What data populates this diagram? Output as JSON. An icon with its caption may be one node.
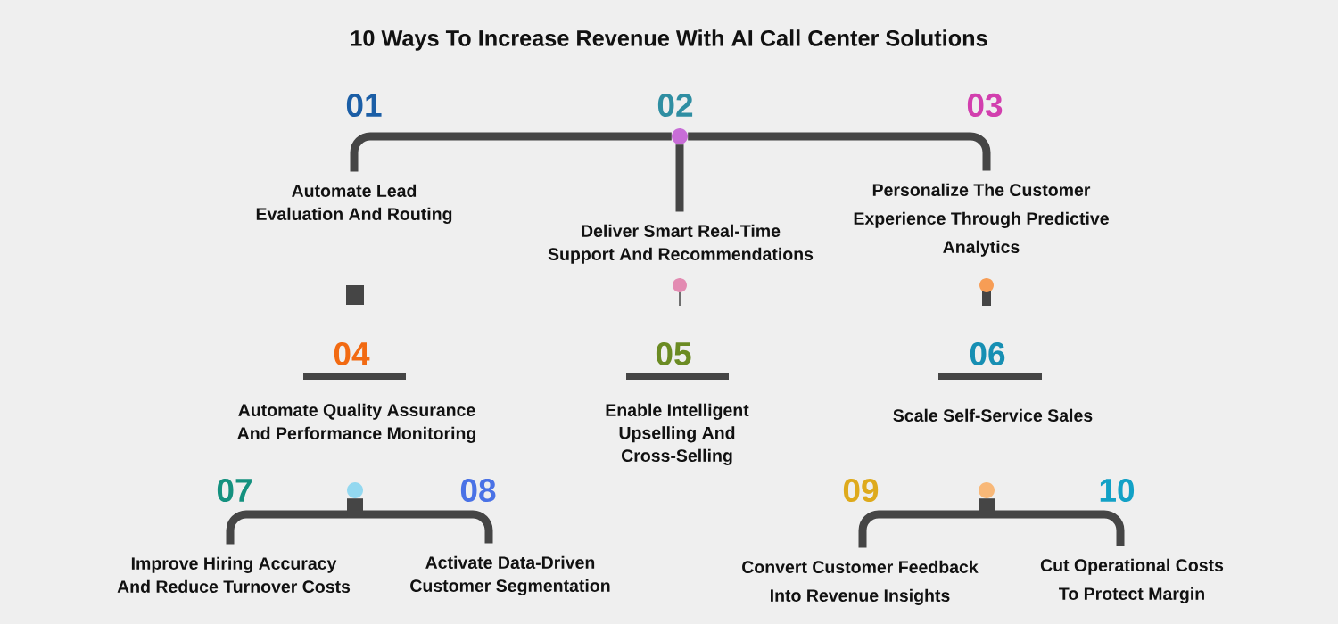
{
  "diagram": {
    "title": "10 Ways To Increase Revenue With AI Call Center Solutions",
    "nodes": [
      {
        "text": [],
        "shape": "circle"
      },
      {
        "text": [
          "Automate Lead Evaluation And Routing"
        ],
        "beside": [
          "01"
        ]
      },
      {
        "text": [
          "Deliver Smart Real-Time Support And Recommendations"
        ]
      },
      {
        "text": [
          "Personalize The Customer Experience Through Predictive Analytics"
        ],
        "beside": [
          "03"
        ]
      },
      {
        "text": [
          "Automate Quality Assurance And Performance Monitoring"
        ],
        "beside": [
          "04"
        ]
      },
      {
        "text": [
          "Enable Intelligent Upselling And Cross-Selling"
        ],
        "beside": [
          "05"
        ]
      },
      {
        "text": [
          "Scale Self-Service Sales"
        ],
        "beside": [
          "06"
        ]
      },
      {
        "text": [],
        "shape": "circle"
      },
      {
        "text": [],
        "shape": "circle"
      },
      {
        "text": [
          "Improve Hiring Accuracy And Reduce Turnover Costs"
        ],
        "beside": [
          "07"
        ]
      },
      {
        "text": [
          "Activate Data-Driven Customer Segmentation"
        ],
        "beside": [
          "08"
        ]
      },
      {
        "text": [
          "Convert Customer Feedback Into Revenue Insights"
        ],
        "beside": [
          "09"
        ]
      },
      {
        "text": [
          "Cut Operational Costs To Protect Margin"
        ],
        "beside": [
          "10"
        ]
      }
    ],
    "edges": [
      {
        "from": 0,
        "to": 1,
        "arrow": "none"
      },
      {
        "from": 0,
        "to": 2,
        "arrow": "none"
      },
      {
        "from": 0,
        "to": 3,
        "arrow": "none"
      },
      {
        "from": 7,
        "to": 9,
        "arrow": "none"
      },
      {
        "from": 7,
        "to": 10,
        "arrow": "none"
      },
      {
        "from": 8,
        "to": 11,
        "arrow": "none"
      },
      {
        "from": 8,
        "to": 12,
        "arrow": "none"
      }
    ],
    "labels": [
      "02"
    ]
  }
}
